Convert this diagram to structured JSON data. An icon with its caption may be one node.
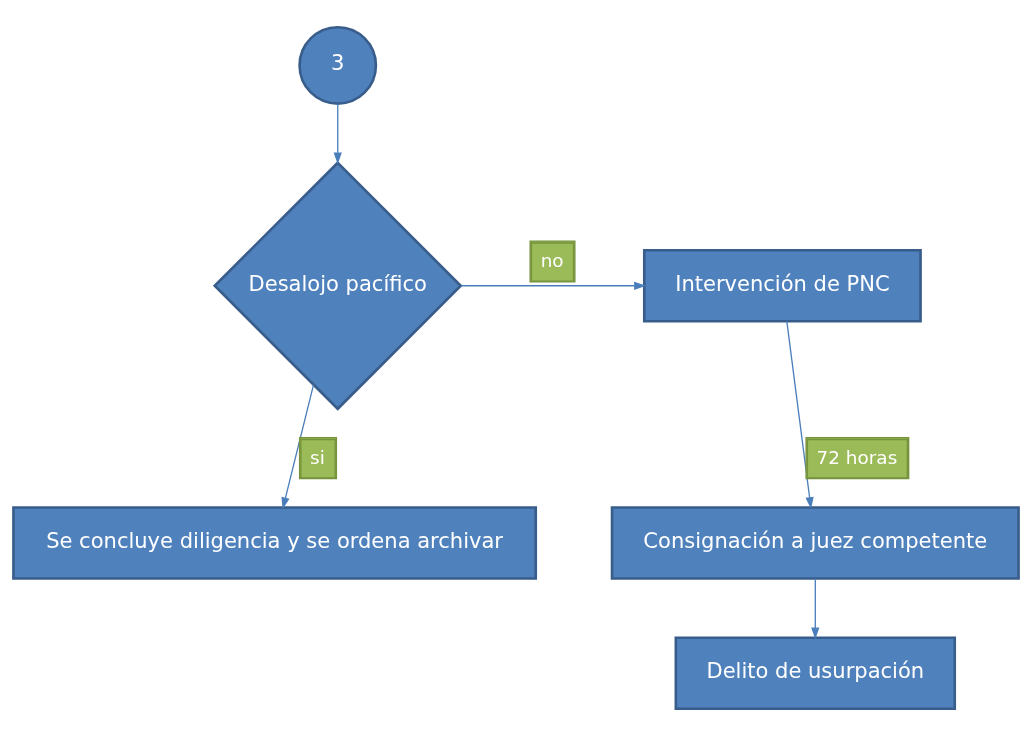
{
  "diagram": {
    "nodes": [
      {
        "text": [
          "3"
        ]
      },
      {
        "text": [
          "Desalojo pacífico"
        ]
      },
      {
        "text": [
          "Intervención de PNC"
        ]
      },
      {
        "text": [
          "Consignación a juez competente"
        ]
      },
      {
        "text": [
          "Delito de usurpación"
        ]
      },
      {
        "text": [
          "Se concluye diligencia y se ordena archivar"
        ]
      }
    ],
    "edges": [
      {
        "from": 0,
        "to": 1,
        "arrow": "to"
      },
      {
        "from": 1,
        "to": 2,
        "arrow": "to",
        "label": "no"
      },
      {
        "from": 1,
        "to": 5,
        "arrow": "to",
        "label": "si"
      },
      {
        "from": 2,
        "to": 3,
        "arrow": "to",
        "label": "72 horas"
      },
      {
        "from": 3,
        "to": 4,
        "arrow": "to"
      }
    ]
  }
}
